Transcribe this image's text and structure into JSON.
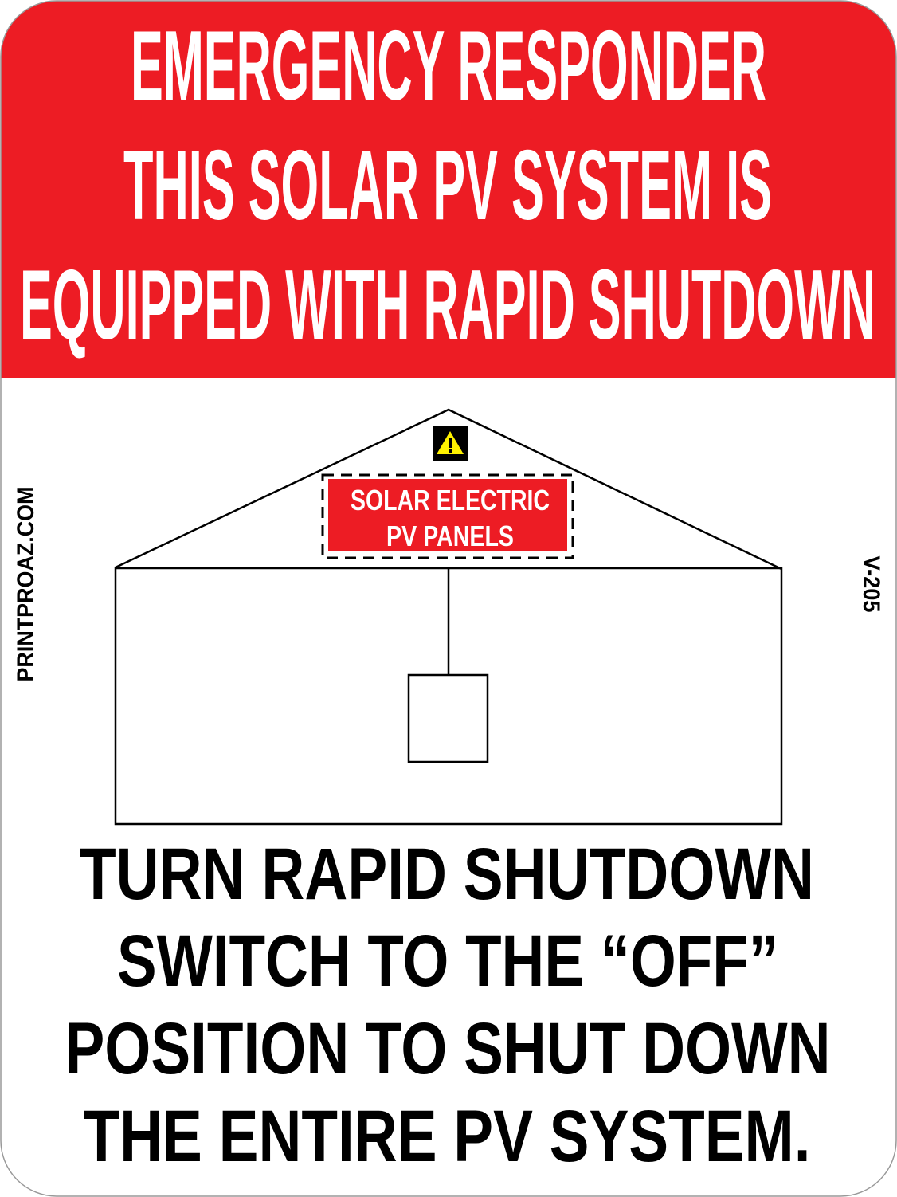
{
  "colors": {
    "red": "#ED1C24",
    "warning_yellow": "#FFF200",
    "black": "#000000",
    "white": "#FFFFFF"
  },
  "header": {
    "lines": [
      "EMERGENCY RESPONDER",
      "THIS SOLAR PV SYSTEM IS",
      "EQUIPPED WITH RAPID SHUTDOWN"
    ]
  },
  "diagram": {
    "warning_icon": "warning-triangle-icon",
    "panel_label": [
      "SOLAR ELECTRIC",
      "PV PANELS"
    ]
  },
  "side_text": {
    "left": "PRINTPROAZ.COM",
    "right": "V-205"
  },
  "instructions": {
    "lines": [
      "TURN RAPID SHUTDOWN",
      "SWITCH TO THE “OFF”",
      "POSITION TO SHUT DOWN",
      "THE ENTIRE PV SYSTEM."
    ]
  }
}
